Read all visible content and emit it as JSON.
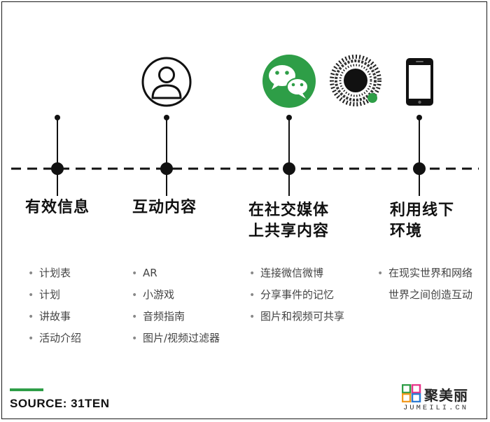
{
  "columns": [
    {
      "title": "有效信息",
      "items": [
        "计划表",
        "计划",
        "讲故事",
        "活动介绍"
      ]
    },
    {
      "title": "互动内容",
      "items": [
        "AR",
        "小游戏",
        "音频指南",
        "图片/视频过滤器"
      ]
    },
    {
      "title": "在社交媒体\n上共享内容",
      "items": [
        "连接微信微博",
        "分享事件的记忆",
        "图片和视频可共享"
      ]
    },
    {
      "title": "利用线下\n环境",
      "items": [
        "在现实世界和网络世界之间创造互动"
      ]
    }
  ],
  "icons": [
    "user-avatar-icon",
    "wechat-icon",
    "mini-program-code-icon",
    "smartphone-icon"
  ],
  "colors": {
    "accent_green": "#2e9e47",
    "line": "#111111"
  },
  "source": "SOURCE: 31TEN",
  "logo": {
    "name": "聚美丽",
    "sub": "JUMEILI.CN"
  }
}
